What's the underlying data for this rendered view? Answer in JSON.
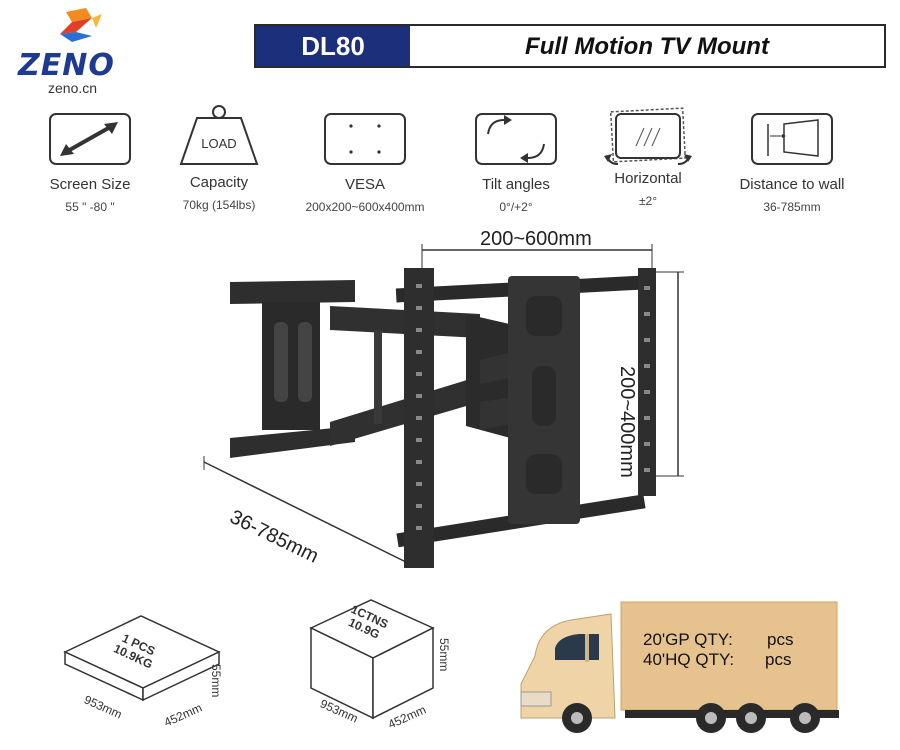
{
  "brand": {
    "name": "ZENO",
    "url": "zeno.cn"
  },
  "header": {
    "model": "DL80",
    "title": "Full Motion TV Mount"
  },
  "specs": [
    {
      "icon": "diagonal-arrow-icon",
      "label": "Screen Size",
      "value": "55 \" -80 \""
    },
    {
      "icon": "load-weight-icon",
      "label": "Capacity",
      "value": "70kg (154lbs)",
      "icon_text": "LOAD"
    },
    {
      "icon": "vesa-pattern-icon",
      "label": "VESA",
      "value": "200x200~600x400mm"
    },
    {
      "icon": "tilt-arrows-icon",
      "label": "Tilt angles",
      "value": "0°/+2°"
    },
    {
      "icon": "rotate-screen-icon",
      "label": "Horizontal",
      "value": "±2°"
    },
    {
      "icon": "wall-distance-icon",
      "label": "Distance to wall",
      "value": "36-785mm"
    }
  ],
  "product": {
    "width_dim": "200~600mm",
    "height_dim": "200~400mm",
    "depth_dim": "36-785mm"
  },
  "packages": [
    {
      "line1": "1 PCS",
      "line2": "10.9KG",
      "length": "953mm",
      "width": "452mm",
      "height": "55mm"
    },
    {
      "line1": "1CTNS",
      "line2": "10.9G",
      "length": "953mm",
      "width": "452mm",
      "height": "55mm"
    }
  ],
  "truck": {
    "gp_label": "20'GP QTY:",
    "gp_unit": "pcs",
    "hq_label": "40'HQ QTY:",
    "hq_unit": "pcs"
  },
  "colors": {
    "brand_blue": "#1c2f7a",
    "brand_red": "#e0402a",
    "brand_orange": "#f28c1e",
    "truck_cargo": "#e6c28e"
  }
}
